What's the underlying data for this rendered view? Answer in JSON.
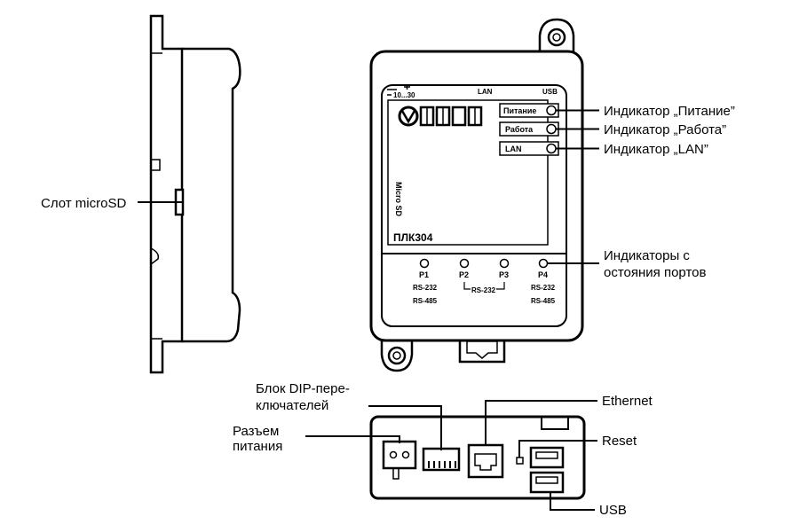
{
  "device": {
    "model": "ПЛК304",
    "logo": "ОВЕН",
    "micro_sd_vertical": "Micro SD",
    "top_power": "10...30",
    "top_lan": "LAN",
    "top_usb": "USB",
    "ind_power": "Питание",
    "ind_work": "Работа",
    "ind_lan": "LAN",
    "ports": {
      "p1": "P1",
      "p2": "P2",
      "p3": "P3",
      "p4": "P4",
      "rs232": "RS-232",
      "rs485": "RS-485"
    }
  },
  "callouts": {
    "power_indicator": "Индикатор „Питание”",
    "work_indicator": "Индикатор „Работа”",
    "lan_indicator": "Индикатор „LAN”",
    "ports_indicators_line1": "Индикаторы с",
    "ports_indicators_line2": "остояния портов",
    "microsd_slot": "Слот microSD",
    "dip_line1": "Блок DIP-пере-",
    "dip_line2": "ключателей",
    "ethernet": "Ethernet",
    "power_conn_line1": "Разъем",
    "power_conn_line2": "питания",
    "reset": "Reset",
    "usb": "USB"
  }
}
